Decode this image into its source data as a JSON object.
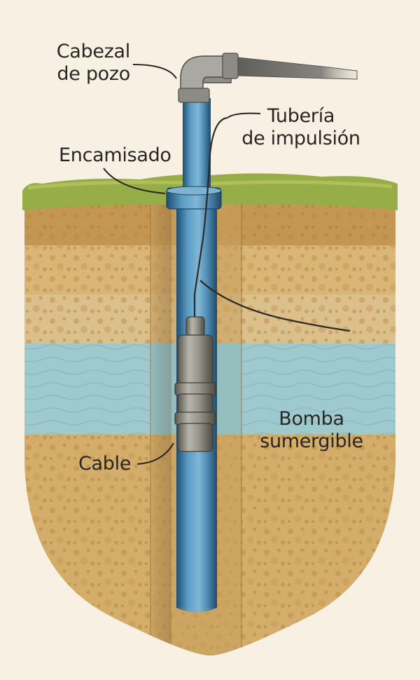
{
  "labels": {
    "wellhead": [
      "Cabezal",
      "de pozo"
    ],
    "discharge_pipe": [
      "Tubería",
      "de impulsión"
    ],
    "casing": "Encamisado",
    "pump": [
      "Bomba",
      "sumergible"
    ],
    "cable": "Cable"
  },
  "colors": {
    "background": "#f8f1e3",
    "grass": "#97ad47",
    "soil_dark": "#c69c58",
    "soil_light": "#dcbf86",
    "aquifer": "#9cc9cf",
    "pipe_blue": "#4b86ad",
    "pump_gray": "#8b8a82",
    "cable": "#2f2a26",
    "text": "#2a2623"
  }
}
